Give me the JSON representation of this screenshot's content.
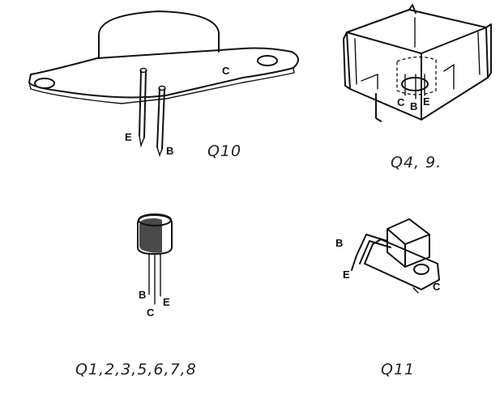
{
  "figures": {
    "q10": {
      "caption": "Q10",
      "pins": {
        "emitter": "E",
        "base": "B",
        "collector": "C"
      }
    },
    "q4_9": {
      "caption": "Q4, 9.",
      "pins": {
        "collector": "C",
        "base": "B",
        "emitter": "E"
      }
    },
    "q1_8": {
      "caption": "Q1,2,3,5,6,7,8",
      "pins": {
        "base": "B",
        "emitter": "E",
        "collector": "C"
      }
    },
    "q11": {
      "caption": "Q11",
      "pins": {
        "base": "B",
        "emitter": "E",
        "collector": "C"
      }
    }
  }
}
